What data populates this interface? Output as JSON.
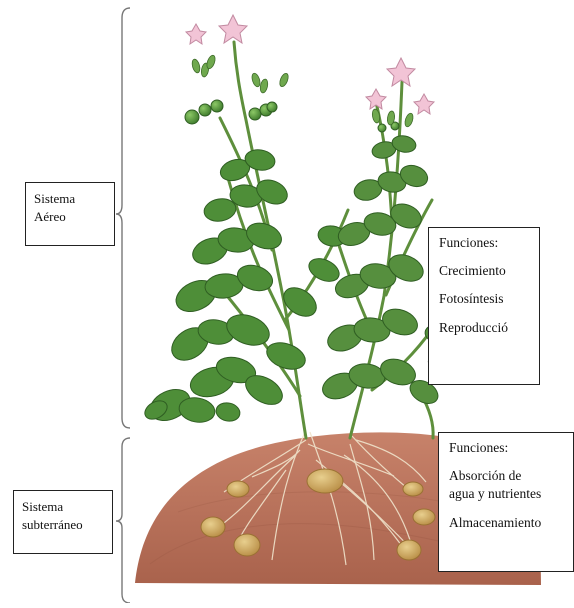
{
  "labels": {
    "aereo": "Sistema\nAéreo",
    "subterraneo": "Sistema\nsubterráneo"
  },
  "funciones_aereo": {
    "title": "Funciones:",
    "items": [
      "Crecimiento",
      "Fotosíntesis",
      "Reproducció"
    ]
  },
  "funciones_subterraneo": {
    "title": "Funciones:",
    "items": [
      "Absorción de\nagua y nutrientes",
      "Almacenamiento"
    ]
  },
  "colors": {
    "soil": "#B8705A",
    "leaf": "#4E8E38",
    "flower": "#F2C4D6",
    "tuber": "#D4B26A",
    "bracket": "#777777"
  }
}
